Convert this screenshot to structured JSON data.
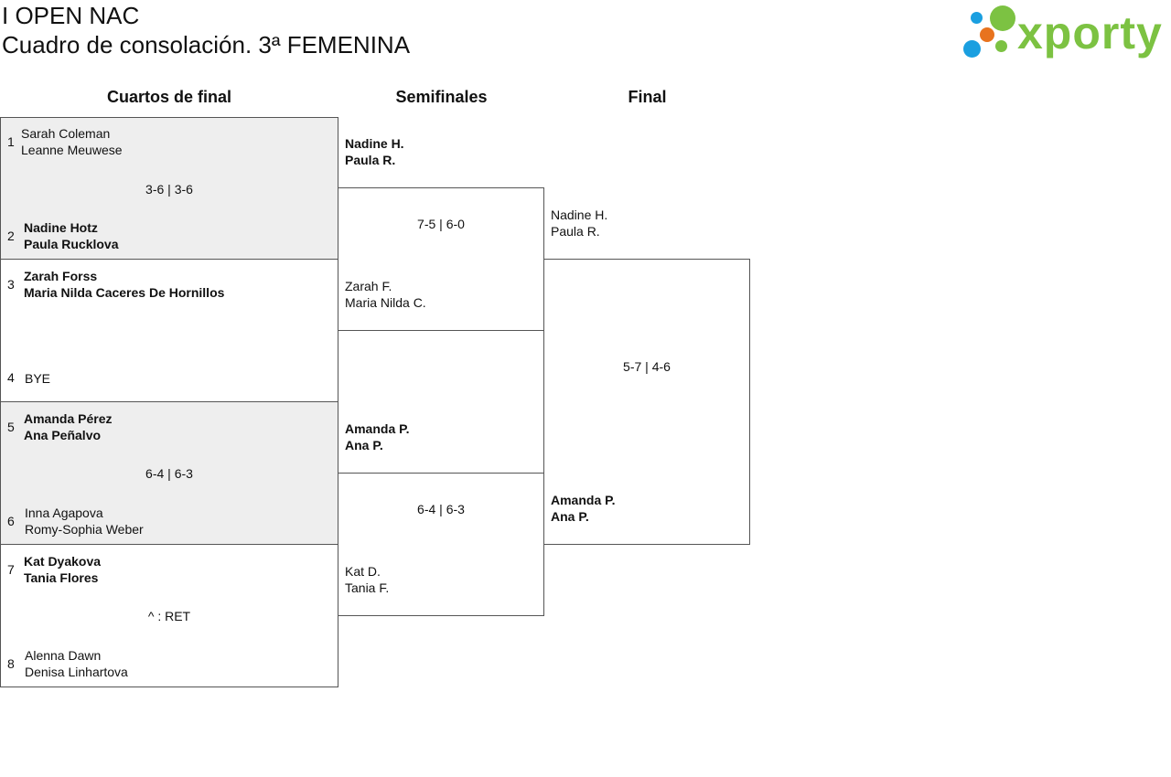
{
  "header": {
    "title": "I OPEN NAC",
    "subtitle": "Cuadro de consolación. 3ª FEMENINA",
    "logo_text": "xporty"
  },
  "brand_colors": {
    "green": "#7cc242",
    "blue": "#1a9fe0",
    "orange": "#e8731e"
  },
  "rounds": [
    "Cuartos de final",
    "Semifinales",
    "Final"
  ],
  "quarterfinals": [
    {
      "score": "3-6 | 3-6",
      "top": {
        "seed": "1",
        "names": [
          "Sarah Coleman",
          "Leanne Meuwese"
        ],
        "winner": false
      },
      "bottom": {
        "seed": "2",
        "names": [
          "Nadine Hotz",
          "Paula Rucklova"
        ],
        "winner": true
      }
    },
    {
      "score": "",
      "top": {
        "seed": "3",
        "names": [
          "Zarah Forss",
          "Maria Nilda Caceres De Hornillos"
        ],
        "winner": true
      },
      "bottom": {
        "seed": "4",
        "names": [
          "BYE"
        ],
        "winner": false
      }
    },
    {
      "score": "6-4 | 6-3",
      "top": {
        "seed": "5",
        "names": [
          "Amanda Pérez",
          "Ana Peñalvo"
        ],
        "winner": true
      },
      "bottom": {
        "seed": "6",
        "names": [
          "Inna Agapova",
          "Romy-Sophia Weber"
        ],
        "winner": false
      }
    },
    {
      "score": "^ : RET",
      "top": {
        "seed": "7",
        "names": [
          "Kat Dyakova",
          "Tania Flores"
        ],
        "winner": true
      },
      "bottom": {
        "seed": "8",
        "names": [
          "Alenna Dawn",
          "Denisa Linhartova"
        ],
        "winner": false
      }
    }
  ],
  "semifinals": [
    {
      "score": "7-5 | 6-0",
      "top": {
        "names": [
          "Nadine H.",
          "Paula R."
        ],
        "winner": true
      },
      "bottom": {
        "names": [
          "Zarah F.",
          "Maria Nilda C."
        ],
        "winner": false
      }
    },
    {
      "score": "6-4 | 6-3",
      "top": {
        "names": [
          "Amanda P.",
          "Ana P."
        ],
        "winner": true
      },
      "bottom": {
        "names": [
          "Kat D.",
          "Tania F."
        ],
        "winner": false
      }
    }
  ],
  "final": {
    "score": "5-7 | 4-6",
    "top": {
      "names": [
        "Nadine H.",
        "Paula R."
      ],
      "winner": false
    },
    "bottom": {
      "names": [
        "Amanda P.",
        "Ana P."
      ],
      "winner": true
    }
  }
}
